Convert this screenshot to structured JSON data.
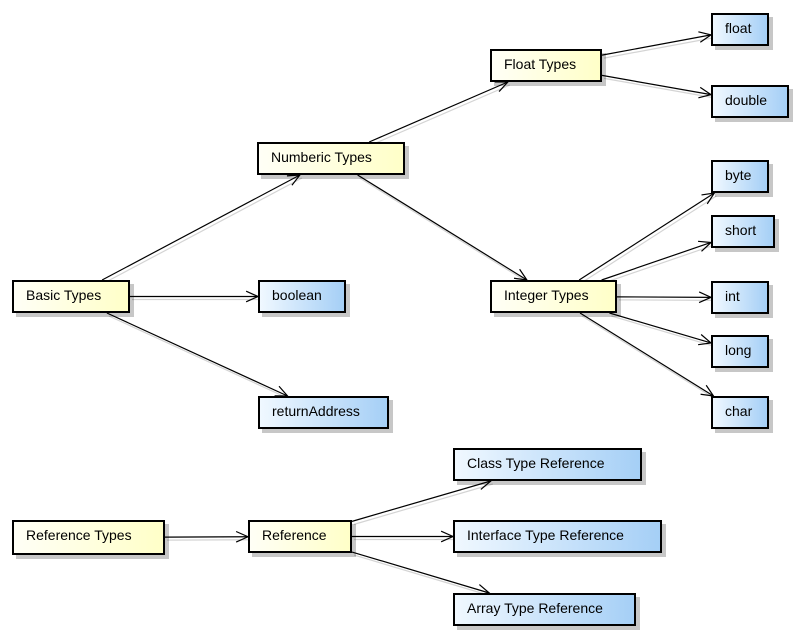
{
  "colors": {
    "parent_node": "#ffffcc",
    "leaf_node": "#a5cff6",
    "border": "#000000",
    "edge": "#000000"
  },
  "nodes": {
    "basic_types": "Basic Types",
    "numberic_types": "Numberic Types",
    "float_types": "Float Types",
    "integer_types": "Integer Types",
    "float": "float",
    "double": "double",
    "byte": "byte",
    "short": "short",
    "int": "int",
    "long": "long",
    "char": "char",
    "boolean": "boolean",
    "return_address": "returnAddress",
    "reference_types": "Reference Types",
    "reference": "Reference",
    "class_type_reference": "Class Type Reference",
    "interface_type_reference": "Interface Type Reference",
    "array_type_reference": "Array Type Reference"
  },
  "edges": [
    [
      "basic_types",
      "numberic_types"
    ],
    [
      "basic_types",
      "boolean"
    ],
    [
      "basic_types",
      "return_address"
    ],
    [
      "numberic_types",
      "float_types"
    ],
    [
      "numberic_types",
      "integer_types"
    ],
    [
      "float_types",
      "float"
    ],
    [
      "float_types",
      "double"
    ],
    [
      "integer_types",
      "byte"
    ],
    [
      "integer_types",
      "short"
    ],
    [
      "integer_types",
      "int"
    ],
    [
      "integer_types",
      "long"
    ],
    [
      "integer_types",
      "char"
    ],
    [
      "reference_types",
      "reference"
    ],
    [
      "reference",
      "class_type_reference"
    ],
    [
      "reference",
      "interface_type_reference"
    ],
    [
      "reference",
      "array_type_reference"
    ]
  ]
}
